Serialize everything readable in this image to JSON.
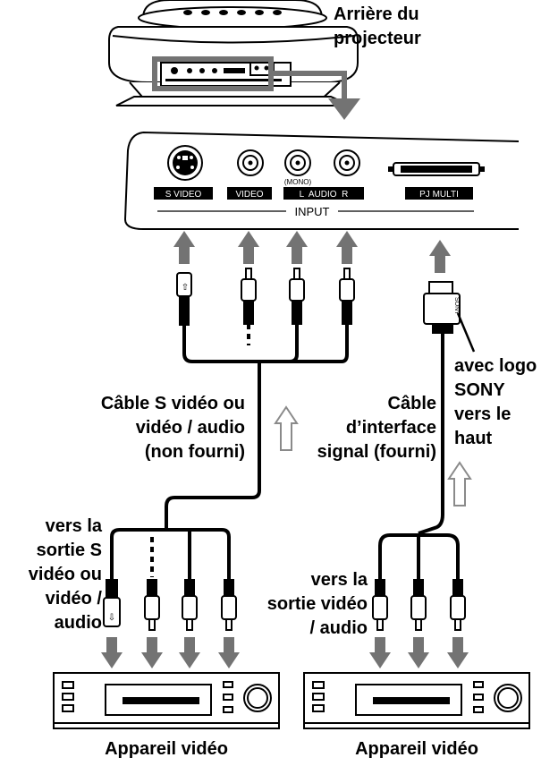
{
  "labels": {
    "projector_rear": [
      "Arrière du",
      "projecteur"
    ],
    "av_cable": [
      "Câble S vidéo ou",
      "vidéo / audio",
      "(non fourni)"
    ],
    "interface_cable": [
      "Câble",
      "d’interface",
      "signal (fourni)"
    ],
    "sony_logo": [
      "avec logo",
      "SONY",
      "vers le",
      "haut"
    ],
    "to_s_video_out": [
      "vers la",
      "sortie S",
      "vidéo ou",
      "vidéo /",
      "audio"
    ],
    "to_video_out": [
      "vers la",
      "sortie vidéo",
      "/ audio"
    ],
    "device_left": "Appareil vidéo",
    "device_right": "Appareil vidéo"
  },
  "panel": {
    "s_video": "S VIDEO",
    "video": "VIDEO",
    "mono": "(MONO)",
    "audio": "L  AUDIO  R",
    "pj_multi": "PJ MULTI",
    "input": "INPUT"
  },
  "plug_marks": {
    "s_video_top": "⇧",
    "s_video_bottom": "⇩",
    "sony_text": "SONY"
  },
  "colors": {
    "arrow": "#737373",
    "line": "#000000",
    "hollow_arrow": "#8a8a8a"
  }
}
